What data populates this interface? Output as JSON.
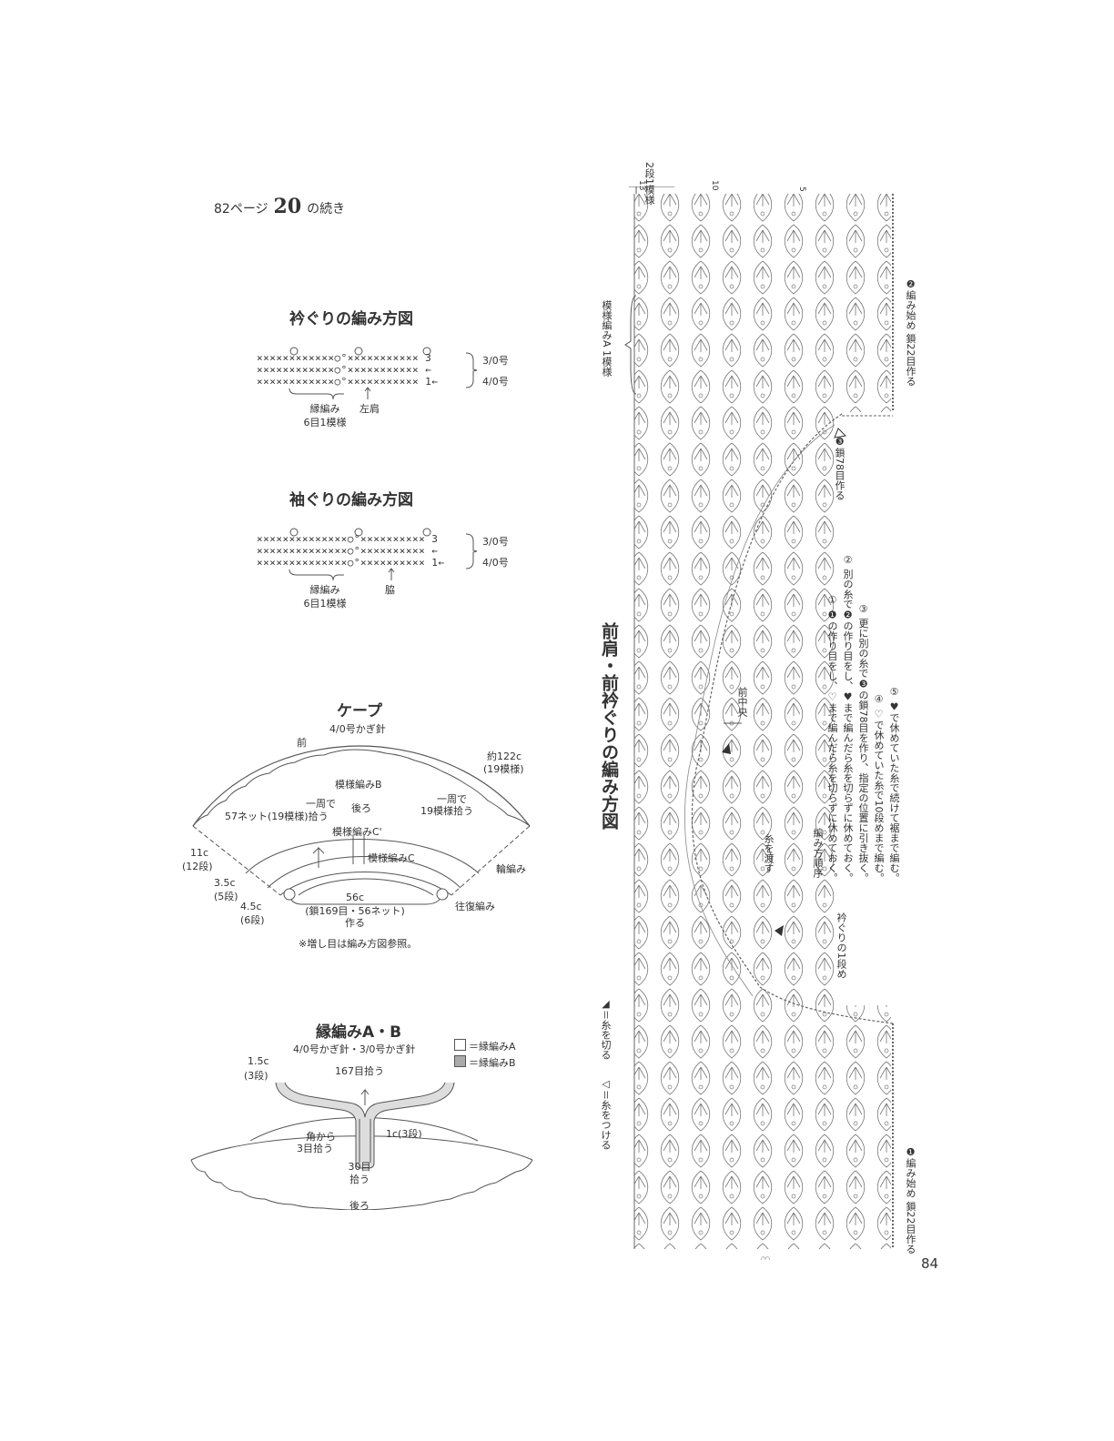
{
  "header": {
    "prefix": "82ページ",
    "number": "20",
    "suffix": "の続き"
  },
  "neck_chart": {
    "title": "衿ぐりの編み方図",
    "rows": [
      "××××××××××××○°××××××××××× 3",
      "××××××××××××○°××××××××××× ←",
      "××××××××××××○°××××××××××× 1←"
    ],
    "hook_top": "3/0号",
    "hook_bottom": "4/0号",
    "label_pattern": "縁編み",
    "label_repeat": "6目1模様",
    "label_mark": "左肩"
  },
  "arm_chart": {
    "title": "袖ぐりの編み方図",
    "rows": [
      "××××××××××××××○°×××××××××× 3",
      "××××××××××××××○°×××××××××× ←",
      "××××××××××××××○°×××××××××× 1←"
    ],
    "hook_top": "3/0号",
    "hook_bottom": "4/0号",
    "label_pattern": "縁編み",
    "label_repeat": "6目1模様",
    "label_mark": "脇"
  },
  "cape": {
    "title": "ケープ",
    "hook": "4/0号かぎ針",
    "front": "前",
    "size_outer": "約122c",
    "size_outer_repeat": "(19模様)",
    "pattern_b": "模様編みB",
    "back": "後ろ",
    "pickup_left_1": "一周で",
    "pickup_left_2": "57ネット(19模様)拾う",
    "pickup_right_1": "一周で",
    "pickup_right_2": "19模様拾う",
    "pattern_c2": "模様編みC'",
    "pattern_c": "模様編みC",
    "dim1_a": "11c",
    "dim1_b": "(12段)",
    "dim2_a": "3.5c",
    "dim2_b": "(5段)",
    "dim3_a": "4.5c",
    "dim3_b": "(6段)",
    "round": "輪編み",
    "flat": "往復編み",
    "neck_1": "56c",
    "neck_2": "(鎖169目・56ネット)",
    "neck_3": "作る",
    "note": "※増し目は編み方図参照。"
  },
  "edging": {
    "title": "縁編みA・B",
    "hooks": "4/0号かぎ針・3/0号かぎ針",
    "legend_a": "＝縁編みA",
    "legend_b": "＝縁編みB",
    "dim_a": "1.5c",
    "dim_b": "(3段)",
    "pickup_top": "167目拾う",
    "corner_1": "角から",
    "corner_2": "3目拾う",
    "side": "1c(3段)",
    "bottom_1": "30目",
    "bottom_2": "拾う",
    "back": "後ろ"
  },
  "main_chart": {
    "title": "前肩・前衿ぐりの編み方図",
    "legend_attach": "◁＝糸をつける",
    "legend_cut": "◢＝糸を切る",
    "repeat_top": "2段1模様",
    "pattern_a": "模様編みA 1模様",
    "start_2": "❷編み始め 鎖22目作る",
    "start_3": "❸鎖78目作る",
    "start_1": "❶編み始め 鎖22目作る",
    "front_center": "前中央",
    "pass_yarn": "糸を渡す",
    "neck_row1": "衿ぐりの1段め",
    "row_13": "13",
    "row_10": "10",
    "row_5": "5",
    "order_title": "編み方順序",
    "order": [
      "① ❶の作り目をし、♡まで編んだら糸を切らずに休めておく。",
      "② 別の糸で❷の作り目をし、♥まで編んだら糸を切らずに休めておく。",
      "③ 更に別の糸で❸の鎖78目を作り、指定の位置に引き抜く。",
      "④ ♡で休めていた糸で10段めまで編む。",
      "⑤ ♥で休めていた糸で続けて裾まで編む。"
    ]
  },
  "page_number": "84"
}
